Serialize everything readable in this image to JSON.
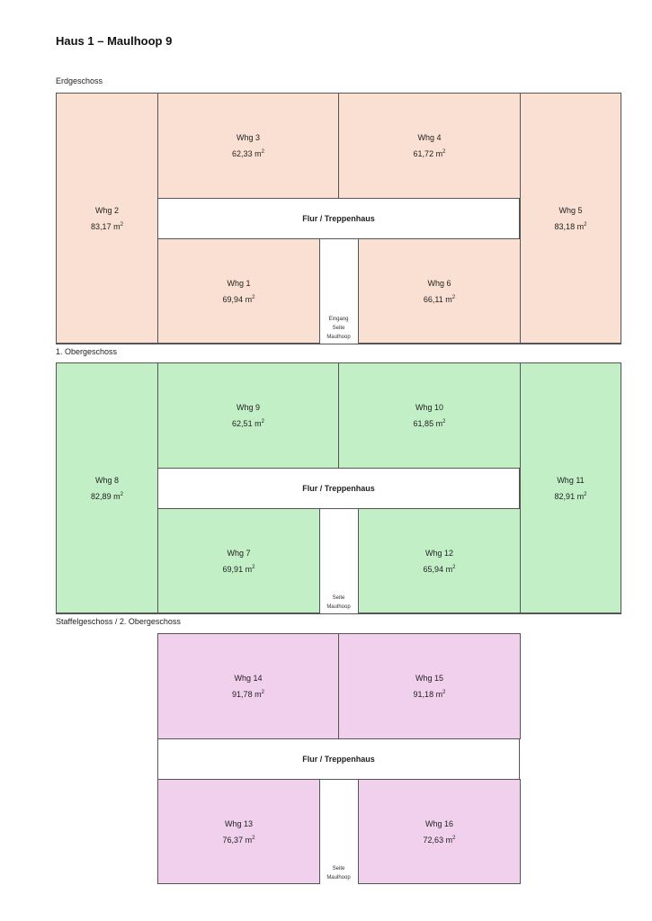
{
  "title": "Haus 1 – Maulhoop 9",
  "floors": [
    {
      "label": "Erdgeschoss",
      "color": "#f9e0d3",
      "corridor": "Flur / Treppenhaus",
      "entrance": [
        "Eingang",
        "Seite",
        "Maulhoop"
      ],
      "units": {
        "left": {
          "name": "Whg 2",
          "area": "83,17"
        },
        "top1": {
          "name": "Whg 3",
          "area": "62,33"
        },
        "top2": {
          "name": "Whg 4",
          "area": "61,72"
        },
        "right": {
          "name": "Whg 5",
          "area": "83,18"
        },
        "bot1": {
          "name": "Whg 1",
          "area": "69,94"
        },
        "bot2": {
          "name": "Whg 6",
          "area": "66,11"
        }
      }
    },
    {
      "label": "1. Obergeschoss",
      "color": "#c3efc7",
      "corridor": "Flur / Treppenhaus",
      "entrance": [
        "Seite",
        "Maulhoop"
      ],
      "units": {
        "left": {
          "name": "Whg 8",
          "area": "82,89"
        },
        "top1": {
          "name": "Whg 9",
          "area": "62,51"
        },
        "top2": {
          "name": "Whg 10",
          "area": "61,85"
        },
        "right": {
          "name": "Whg 11",
          "area": "82,91"
        },
        "bot1": {
          "name": "Whg 7",
          "area": "69,91"
        },
        "bot2": {
          "name": "Whg 12",
          "area": "65,94"
        }
      }
    },
    {
      "label": "Staffelgeschoss / 2. Obergeschoss",
      "color": "#f0d0ec",
      "corridor": "Flur / Treppenhaus",
      "entrance": [
        "Seite",
        "Maulhoop"
      ],
      "units": {
        "top1": {
          "name": "Whg 14",
          "area": "91,78"
        },
        "top2": {
          "name": "Whg 15",
          "area": "91,18"
        },
        "bot1": {
          "name": "Whg 13",
          "area": "76,37"
        },
        "bot2": {
          "name": "Whg 16",
          "area": "72,63"
        }
      }
    }
  ],
  "unit_suffix": "m",
  "unit_exp": "2"
}
